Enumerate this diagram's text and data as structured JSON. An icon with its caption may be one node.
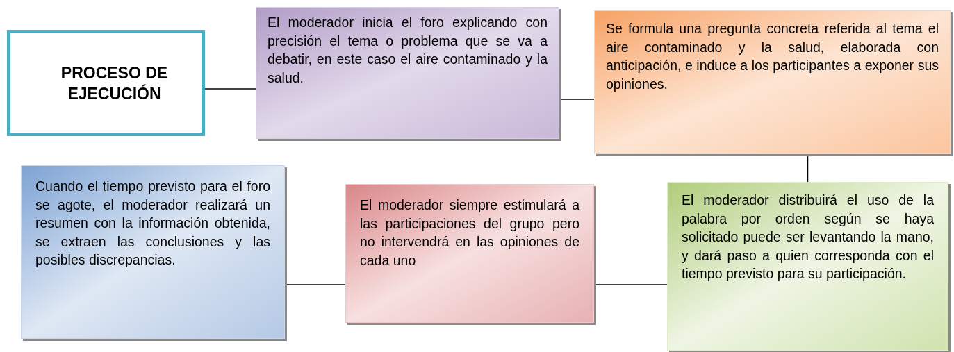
{
  "diagram": {
    "nodes": [
      {
        "text": [
          "PROCESO DE EJECUCIÓN"
        ]
      },
      {
        "text": [
          "El moderador inicia el foro explicando con precisión el tema o problema que se va a  debatir, en este caso el aire contaminado y la salud."
        ]
      },
      {
        "text": [
          "Se formula una pregunta concreta referida al tema el aire contaminado y la salud, elaborada con anticipación, e induce a los participantes  a exponer sus opiniones."
        ]
      },
      {
        "text": [
          "Cuando el tiempo previsto para el foro  se agote, el moderador realizará un resumen con la información obtenida, se extraen las conclusiones y las posibles discrepancias."
        ]
      },
      {
        "text": [
          "El moderador siempre estimulará a las participaciones del grupo pero no intervendrá en las opiniones de cada uno"
        ]
      },
      {
        "text": [
          "El moderador distribuirá el uso de la palabra por orden según se haya solicitado puede ser levantando la mano, y dará paso a quien corresponda con el tiempo previsto para su participación."
        ]
      }
    ],
    "edges": [
      {
        "from": 0,
        "to": 1,
        "arrow": "none"
      },
      {
        "from": 1,
        "to": 2,
        "arrow": "none"
      },
      {
        "from": 2,
        "to": 5,
        "arrow": "none"
      },
      {
        "from": 5,
        "to": 4,
        "arrow": "none"
      },
      {
        "from": 4,
        "to": 3,
        "arrow": "none"
      }
    ]
  }
}
